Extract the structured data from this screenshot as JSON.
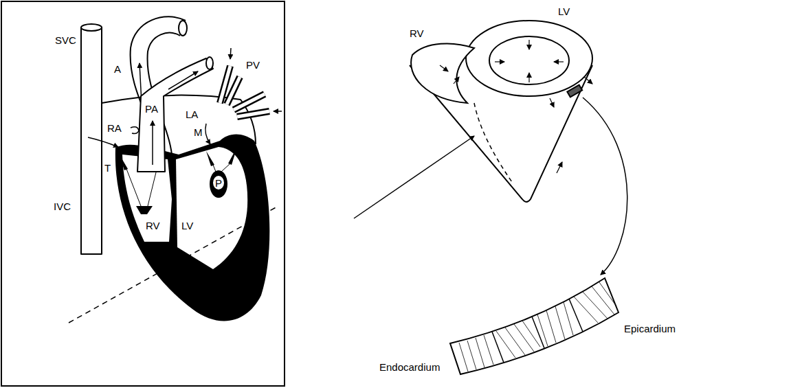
{
  "diagram": {
    "labels": [
      "SVC",
      "A",
      "PA",
      "PV",
      "LA",
      "RA",
      "M",
      "T",
      "IVC",
      "RV",
      "LV",
      "P",
      "RV",
      "LV",
      "Epicardium",
      "Endocardium"
    ]
  }
}
